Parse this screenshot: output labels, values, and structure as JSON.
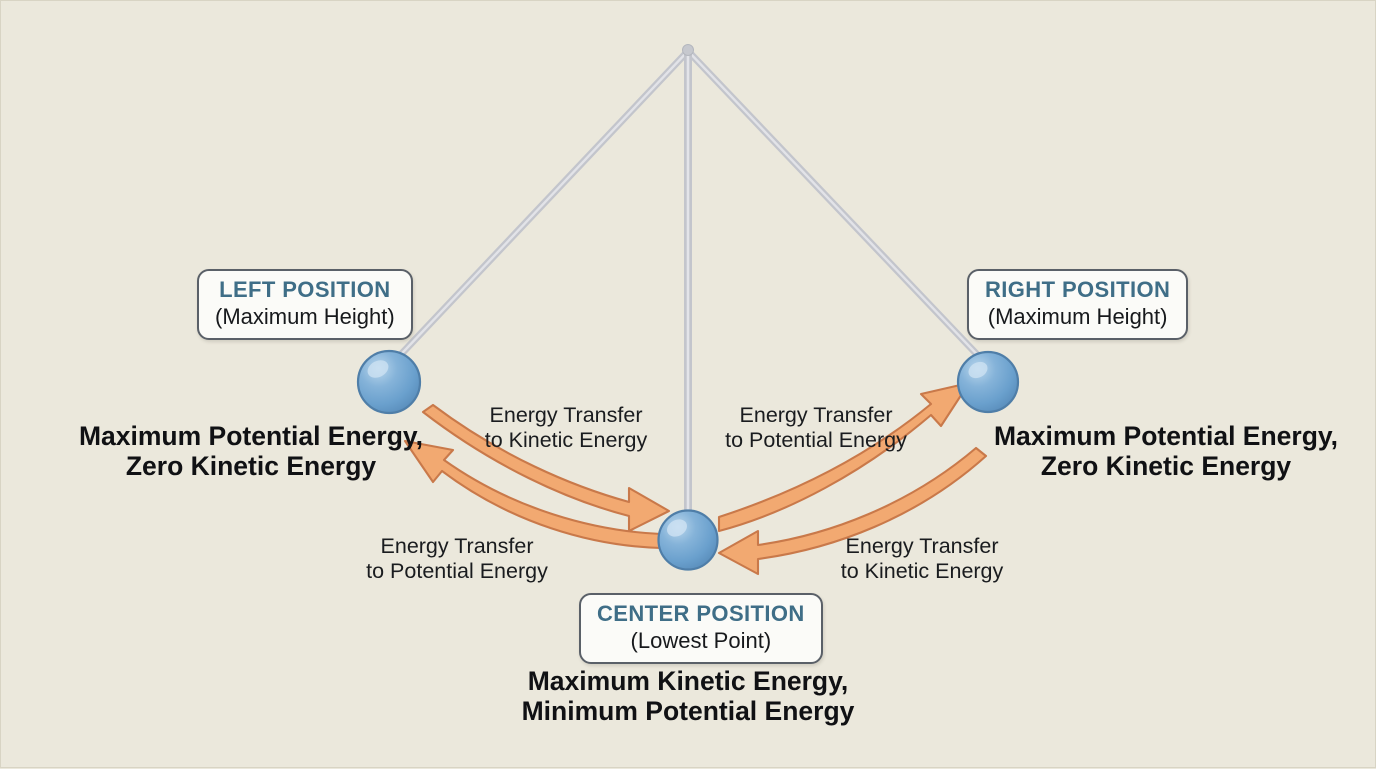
{
  "diagram": {
    "title": "Pendulum Energy Transfer Diagram",
    "background_color": "#ebe8dc",
    "bob_color": "#6fa5d2",
    "rod_color": "#c3c5cc",
    "arrow_fill": "#f2a971",
    "arrow_stroke": "#c9794a",
    "label_title_color": "#3f6e87",
    "label_border_color": "#5a6068"
  },
  "positions": {
    "left": {
      "title": "LEFT POSITION",
      "subtitle": "(Maximum Height)",
      "energy_line1": "Maximum Potential Energy,",
      "energy_line2": "Zero Kinetic Energy"
    },
    "right": {
      "title": "RIGHT POSITION",
      "subtitle": "(Maximum Height)",
      "energy_line1": "Maximum Potential Energy,",
      "energy_line2": "Zero Kinetic Energy"
    },
    "center": {
      "title": "CENTER POSITION",
      "subtitle": "(Lowest Point)",
      "energy_line1": "Maximum Kinetic Energy,",
      "energy_line2": "Minimum Potential Energy"
    }
  },
  "transfers": {
    "left_upper": {
      "line1": "Energy Transfer",
      "line2": "to Kinetic Energy"
    },
    "left_lower": {
      "line1": "Energy Transfer",
      "line2": "to Potential Energy"
    },
    "right_upper": {
      "line1": "Energy Transfer",
      "line2": "to Potential Energy"
    },
    "right_lower": {
      "line1": "Energy Transfer",
      "line2": "to Kinetic Energy"
    }
  }
}
